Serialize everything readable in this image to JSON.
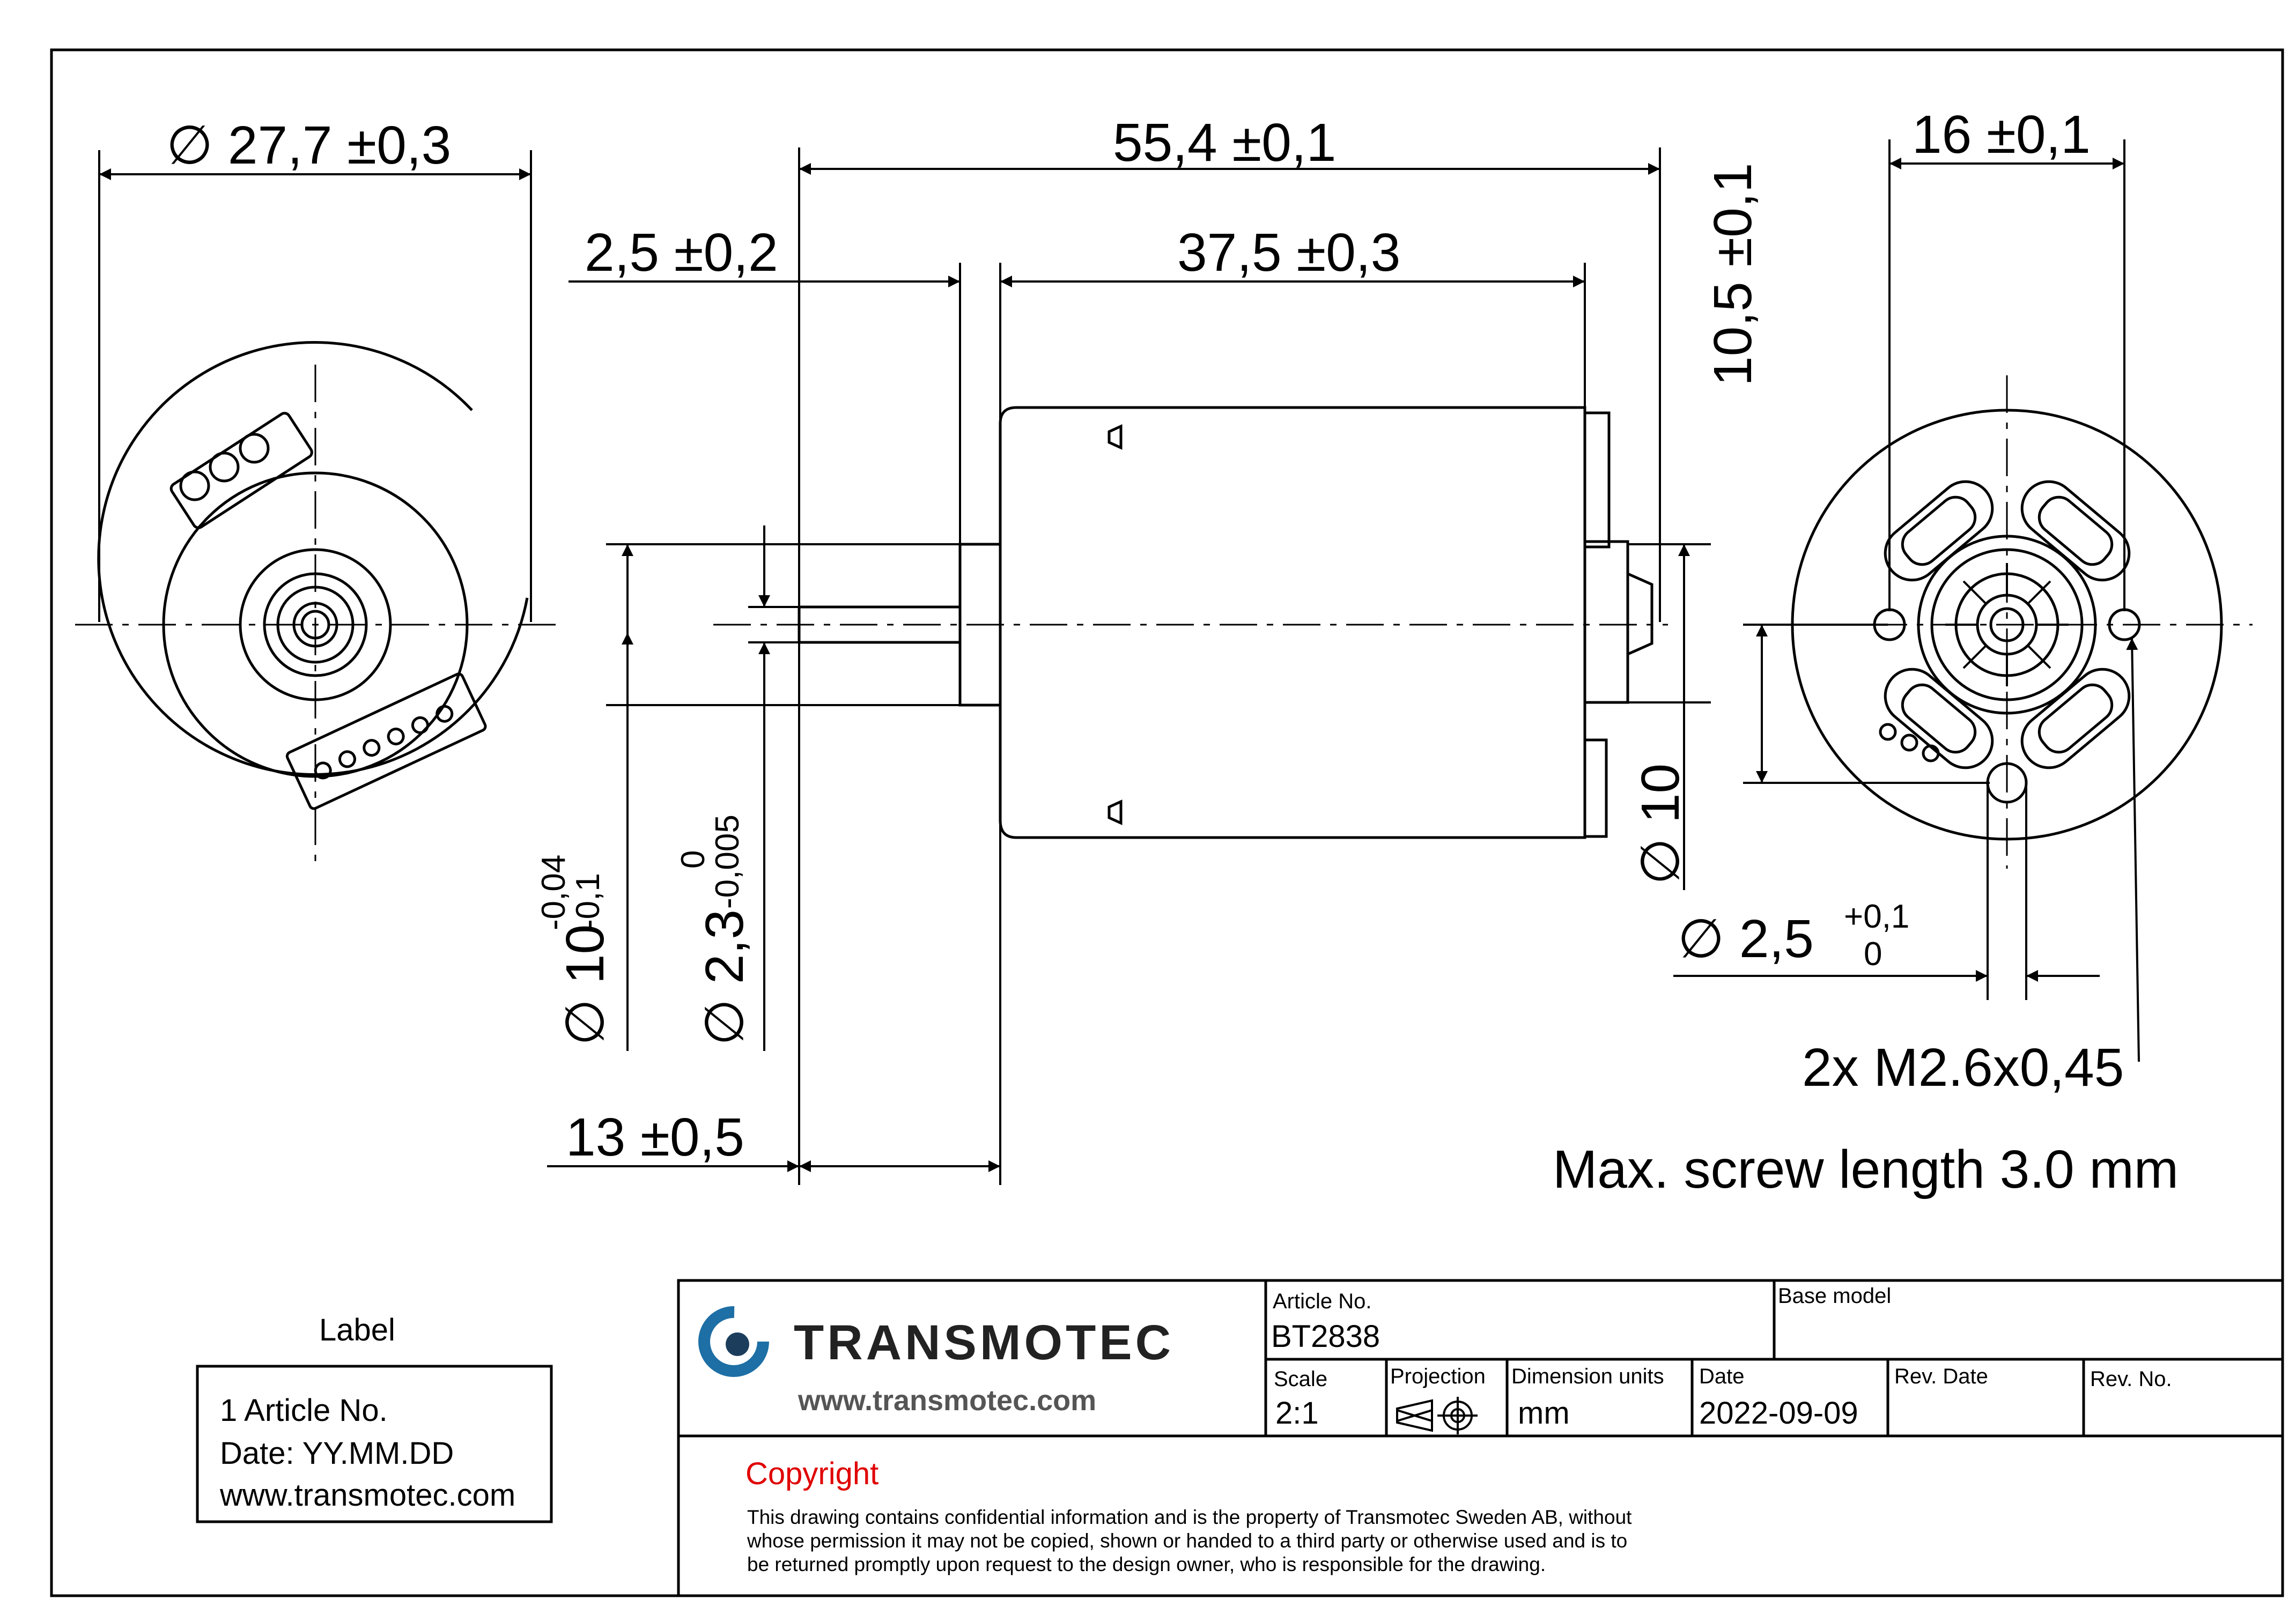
{
  "dimensions": {
    "front_diameter": "∅ 27,7 ±0,3",
    "overall_length": "55,4 ±0,1",
    "flange_thickness": "2,5 ±0,2",
    "body_length": "37,5 ±0,3",
    "shaft_length": "13 ±0,5",
    "boss_diameter_main": "∅ 10",
    "boss_tol_upper": "-0,04",
    "boss_tol_lower": "-0,1",
    "shaft_diameter_main": "∅ 2,3",
    "shaft_tol_upper": "0",
    "shaft_tol_lower": "-0,005",
    "rear_boss_diameter": "∅ 10",
    "screw_spacing": "16 ±0,1",
    "vertical_offset": "10,5 ±0,1",
    "hole_diameter_main": "∅ 2,5",
    "hole_tol_upper": "+0,1",
    "hole_tol_lower": "0"
  },
  "notes": {
    "thread": "2x M2.6x0,45",
    "screw_length": "Max. screw length 3.0 mm"
  },
  "label_box": {
    "title": "Label",
    "line1": "1 Article No.",
    "line2": "Date: YY.MM.DD",
    "line3": "www.transmotec.com"
  },
  "title_block": {
    "brand": "TRANSMOTEC",
    "website": "www.transmotec.com",
    "article_no_label": "Article No.",
    "article_no": "BT2838",
    "base_model_label": "Base model",
    "base_model": "",
    "scale_label": "Scale",
    "scale": "2:1",
    "projection_label": "Projection",
    "dimension_units_label": "Dimension units",
    "dimension_units": "mm",
    "date_label": "Date",
    "date": "2022-09-09",
    "rev_date_label": "Rev. Date",
    "rev_date": "",
    "rev_no_label": "Rev. No.",
    "rev_no": "",
    "copyright_title": "Copyright",
    "copyright_line1": "This drawing contains confidential information and is the property of Transmotec Sweden AB, without",
    "copyright_line2": "whose permission it may not be copied, shown or handed to a third party or otherwise used and is to",
    "copyright_line3": "be returned promptly upon request to the design owner, who is responsible for the drawing."
  },
  "colors": {
    "line": "#000000",
    "copyright_red": "#e00000",
    "logo_blue": "#1d6fa5",
    "logo_dark": "#1c3e5c"
  }
}
